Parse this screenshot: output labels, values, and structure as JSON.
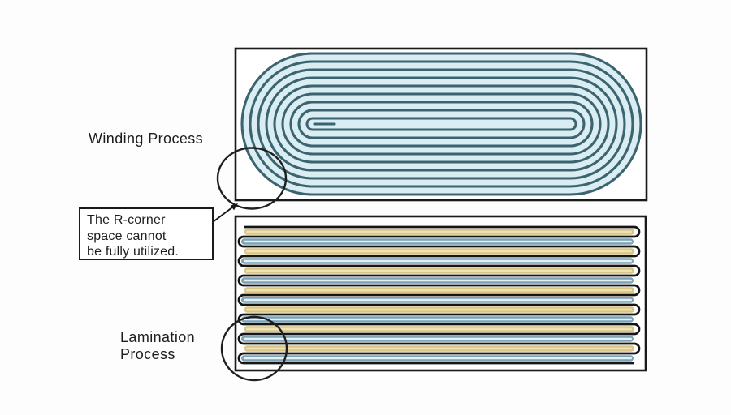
{
  "page": {
    "background_color": "#fdfdfd",
    "text_color": "#1d1d1d"
  },
  "winding": {
    "label": "Winding Process",
    "turns": 9,
    "border_color": "#1a1a1a",
    "ring_color": "#3c6470",
    "fill_color": "#d9edf2"
  },
  "callout": {
    "lines": [
      "The R-corner",
      "space cannot",
      "be fully utilized."
    ],
    "border_color": "#1a1a1a",
    "arrow_color": "#1a1a1a"
  },
  "lamination": {
    "label_lines": [
      "Lamination",
      "Process"
    ],
    "layer_pairs": 7,
    "border_color": "#1a1a1a",
    "separator_color": "#161616",
    "cathode_color": "#dbc687",
    "cathode_core_color": "#efe3b0",
    "anode_edge_color": "#7da3b5",
    "anode_core_color": "#e6f1f5"
  },
  "annotations": {
    "highlight_circle_color": "#1f1f1f"
  }
}
